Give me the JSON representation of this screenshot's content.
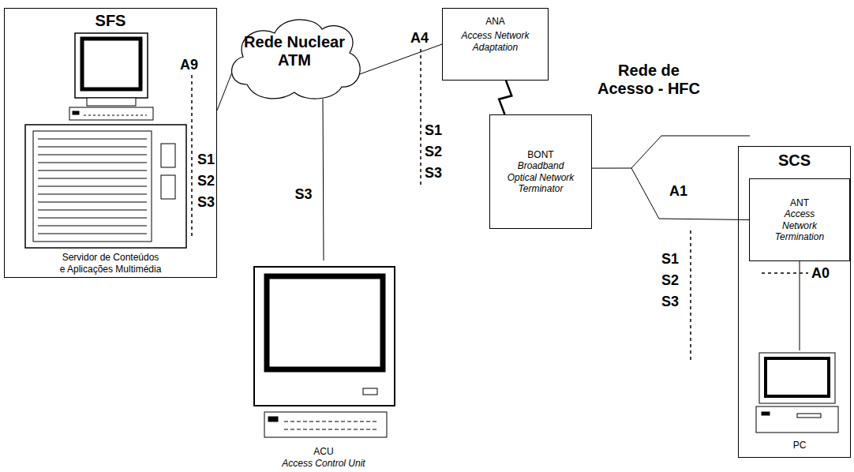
{
  "diagram": {
    "nodes": [
      {
        "text": [
          "SFS",
          "Servidor de Conteúdos e Aplicações Multimédia"
        ]
      },
      {
        "text": [
          "Rede Nuclear ATM"
        ]
      },
      {
        "text": [
          "ANA",
          "Access Network Adaptation"
        ]
      },
      {
        "text": [
          "BONT",
          "Broadband Optical Network Terminator"
        ]
      },
      {
        "text": [
          "SCS"
        ]
      },
      {
        "text": [
          "ANT",
          "Access Network Termination"
        ],
        "in": 4
      },
      {
        "text": [
          "PC"
        ],
        "in": 4
      },
      {
        "text": [
          "ACU",
          "Access Control Unit"
        ]
      }
    ],
    "edges": [
      {
        "from": 0,
        "to": 1,
        "arrow": "none"
      },
      {
        "from": 1,
        "to": 2,
        "arrow": "none"
      },
      {
        "from": 2,
        "to": 3,
        "arrow": "none"
      },
      {
        "from": 1,
        "to": 7,
        "arrow": "none",
        "label": "S3"
      },
      {
        "from": 3,
        "to": 5,
        "arrow": "none"
      },
      {
        "from": 5,
        "to": 6,
        "arrow": "none"
      }
    ],
    "labels": [
      "A9",
      "S1",
      "S2",
      "S3",
      "A4",
      "S1",
      "S2",
      "S3",
      "Rede de Acesso - HFC",
      "A1",
      "S1",
      "S2",
      "S3",
      "A0"
    ]
  }
}
